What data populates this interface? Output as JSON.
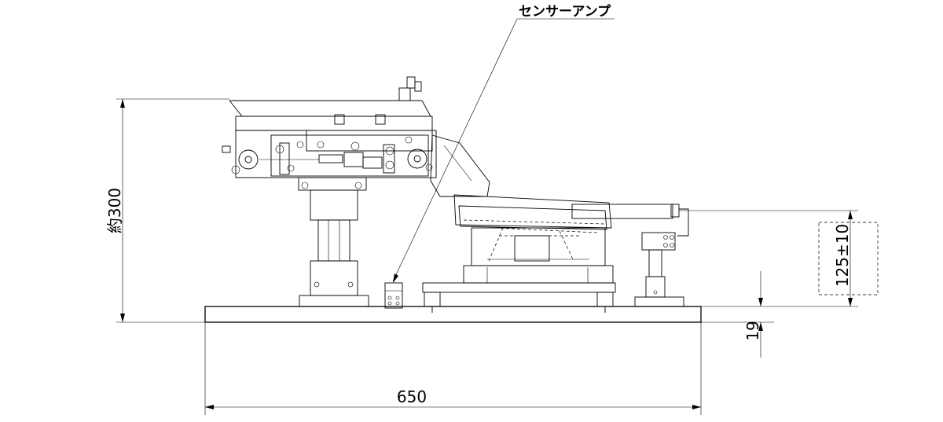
{
  "drawing": {
    "callout_label": "センサーアンプ",
    "dimensions": {
      "height_approx": "約300",
      "width": "650",
      "tilt_height": "125±10",
      "base_thickness": "19"
    },
    "line_color": "#000000",
    "background_color": "#ffffff"
  }
}
